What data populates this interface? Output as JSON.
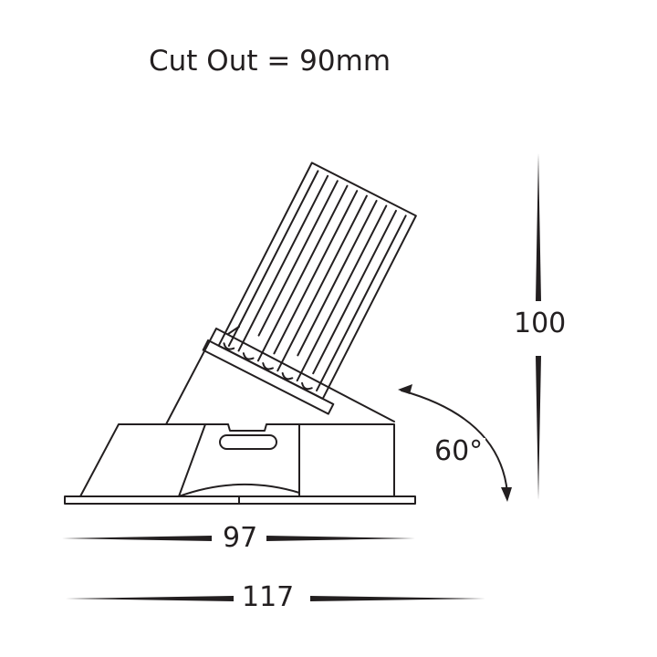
{
  "title": "Cut Out = 90mm",
  "dimensions": {
    "height": "100",
    "inner_width": "97",
    "outer_width": "117",
    "tilt_angle": "60°"
  },
  "colors": {
    "line": "#231f20",
    "background": "#ffffff"
  }
}
